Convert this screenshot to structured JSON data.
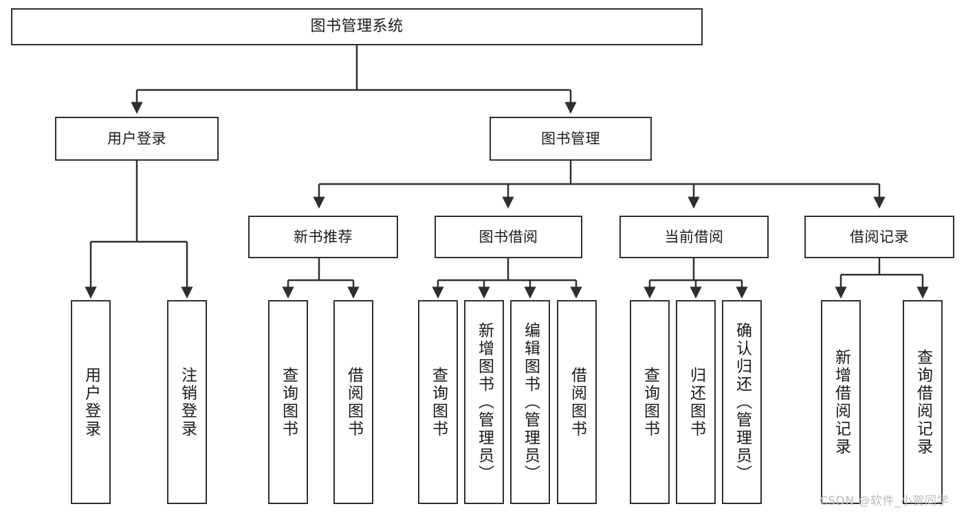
{
  "diagram": {
    "type": "tree-hierarchy-diagram",
    "title": "图书管理系统",
    "colors": {
      "box_border": "#2e2e2e",
      "box_fill": "#ffffff",
      "edge": "#2e2e2e",
      "text": "#1a1a1a",
      "background": "#ffffff",
      "watermark": "#b9b9b9"
    },
    "levels": {
      "level0": [
        {
          "id": "root",
          "label": "图书管理系统"
        }
      ],
      "level1": [
        {
          "id": "user-login",
          "label": "用户登录"
        },
        {
          "id": "book-manage",
          "label": "图书管理"
        }
      ],
      "level2": [
        {
          "id": "new-book-recommend",
          "label": "新书推荐",
          "parent": "book-manage"
        },
        {
          "id": "book-borrow",
          "label": "图书借阅",
          "parent": "book-manage"
        },
        {
          "id": "current-borrow",
          "label": "当前借阅",
          "parent": "book-manage"
        },
        {
          "id": "borrow-record",
          "label": "借阅记录",
          "parent": "book-manage"
        }
      ],
      "level3": [
        {
          "id": "leaf-user-login",
          "label": "用户登录",
          "parent": "user-login"
        },
        {
          "id": "leaf-logout",
          "label": "注销登录",
          "parent": "user-login"
        },
        {
          "id": "leaf-query-book-1",
          "label": "查询图书",
          "parent": "new-book-recommend"
        },
        {
          "id": "leaf-borrow-book-1",
          "label": "借阅图书",
          "parent": "new-book-recommend"
        },
        {
          "id": "leaf-query-book-2",
          "label": "查询图书",
          "parent": "book-borrow"
        },
        {
          "id": "leaf-add-book",
          "label": "新增图书（管理员）",
          "parent": "book-borrow"
        },
        {
          "id": "leaf-edit-book",
          "label": "编辑图书（管理员）",
          "parent": "book-borrow"
        },
        {
          "id": "leaf-borrow-book-2",
          "label": "借阅图书",
          "parent": "book-borrow"
        },
        {
          "id": "leaf-query-book-3",
          "label": "查询图书",
          "parent": "current-borrow"
        },
        {
          "id": "leaf-return-book",
          "label": "归还图书",
          "parent": "current-borrow"
        },
        {
          "id": "leaf-confirm-return",
          "label": "确认归还（管理员）",
          "parent": "current-borrow"
        },
        {
          "id": "leaf-add-record",
          "label": "新增借阅记录",
          "parent": "borrow-record"
        },
        {
          "id": "leaf-query-record",
          "label": "查询借阅记录",
          "parent": "borrow-record"
        }
      ]
    },
    "watermark": "CSDN @软件_小贺同学"
  }
}
